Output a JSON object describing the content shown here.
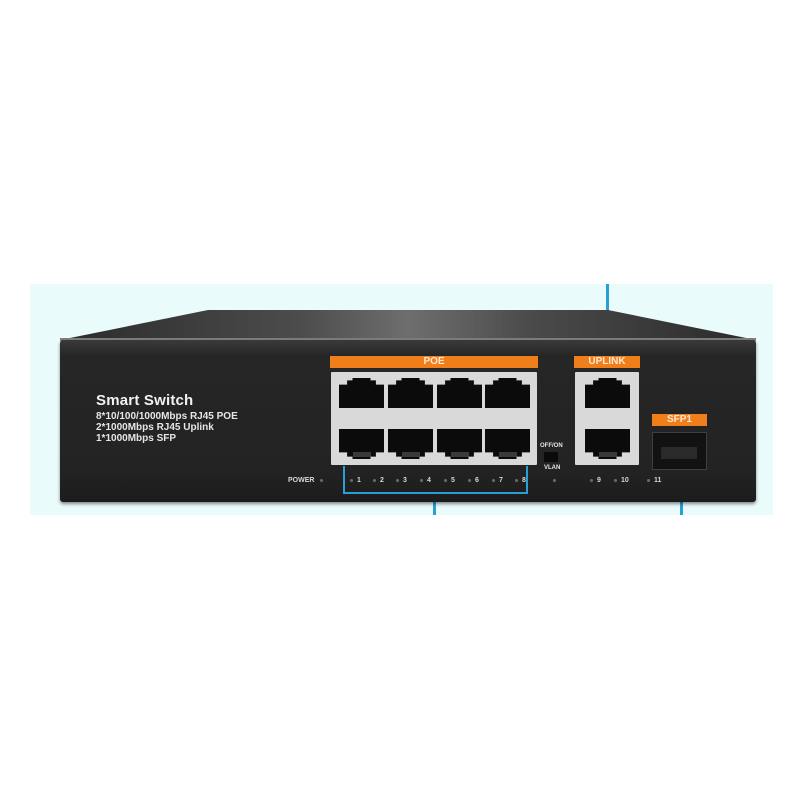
{
  "product": {
    "title": "Smart Switch",
    "specs": [
      "8*10/100/1000Mbps RJ45 POE",
      "2*1000Mbps RJ45 Uplink",
      "1*1000Mbps SFP"
    ]
  },
  "labels": {
    "poe": "POE",
    "uplink": "UPLINK",
    "sfp": "SFP1",
    "power": "POWER",
    "switch_top": "OFF/ON",
    "switch_bottom": "VLAN"
  },
  "port_numbers": [
    "1",
    "2",
    "3",
    "4",
    "5",
    "6",
    "7",
    "8",
    "9",
    "10",
    "11"
  ],
  "colors": {
    "accent_orange": "#f07e1a",
    "callout_blue": "#2a9fd6",
    "background_panel": "#eafbfb",
    "chassis": "#232323",
    "port_block": "#d9d9d9"
  }
}
